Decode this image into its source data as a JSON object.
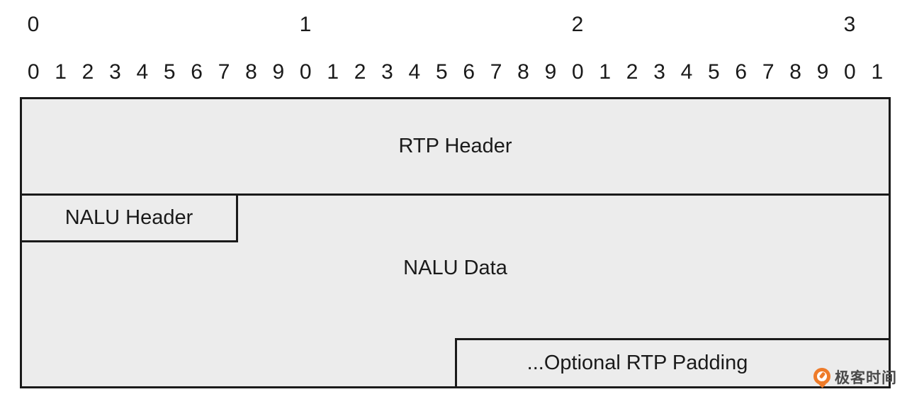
{
  "scale": {
    "byte_labels": [
      "0",
      "1",
      "2",
      "3"
    ],
    "bit_labels": [
      "0",
      "1",
      "2",
      "3",
      "4",
      "5",
      "6",
      "7",
      "8",
      "9",
      "0",
      "1",
      "2",
      "3",
      "4",
      "5",
      "6",
      "7",
      "8",
      "9",
      "0",
      "1",
      "2",
      "3",
      "4",
      "5",
      "6",
      "7",
      "8",
      "9",
      "0",
      "1"
    ]
  },
  "packet": {
    "rtp_header_label": "RTP Header",
    "nalu_header_label": "NALU Header",
    "nalu_data_label": "NALU Data",
    "rtp_padding_label": "...Optional RTP Padding"
  },
  "watermark": {
    "brand_text": "极客时间",
    "logo_icon": "geektime-logo",
    "brand_color": "#ee7b29",
    "text_color": "#4a4a4a"
  },
  "colors": {
    "box_fill": "#ececec",
    "box_border": "#1a1a1a",
    "background": "#ffffff"
  }
}
